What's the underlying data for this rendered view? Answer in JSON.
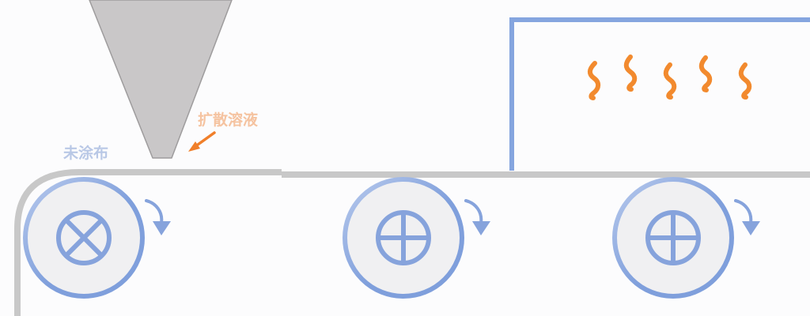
{
  "labels": {
    "diffusion_solution": "扩散溶液",
    "uncoated": "未涂布"
  },
  "colors": {
    "background": "#fcfcfd",
    "hopper": "#c9c7c8",
    "belt": "#c8c8c8",
    "roller_blue": "#7f9fdc",
    "roller_fill": "#f0f0f2",
    "heater_frame": "#85a5df",
    "heat_wave": "#f28a2e",
    "label_orange": "#f5c3a0",
    "label_blue": "#b9c8e6",
    "arrow_orange": "#f07f2a"
  },
  "icons": {
    "hopper": "nozzle-icon",
    "roller": "roller-icon",
    "rotation": "clockwise-arrow-icon",
    "heat": "heat-wave-icon"
  },
  "heat_wave_count": 5,
  "roller_count": 3
}
